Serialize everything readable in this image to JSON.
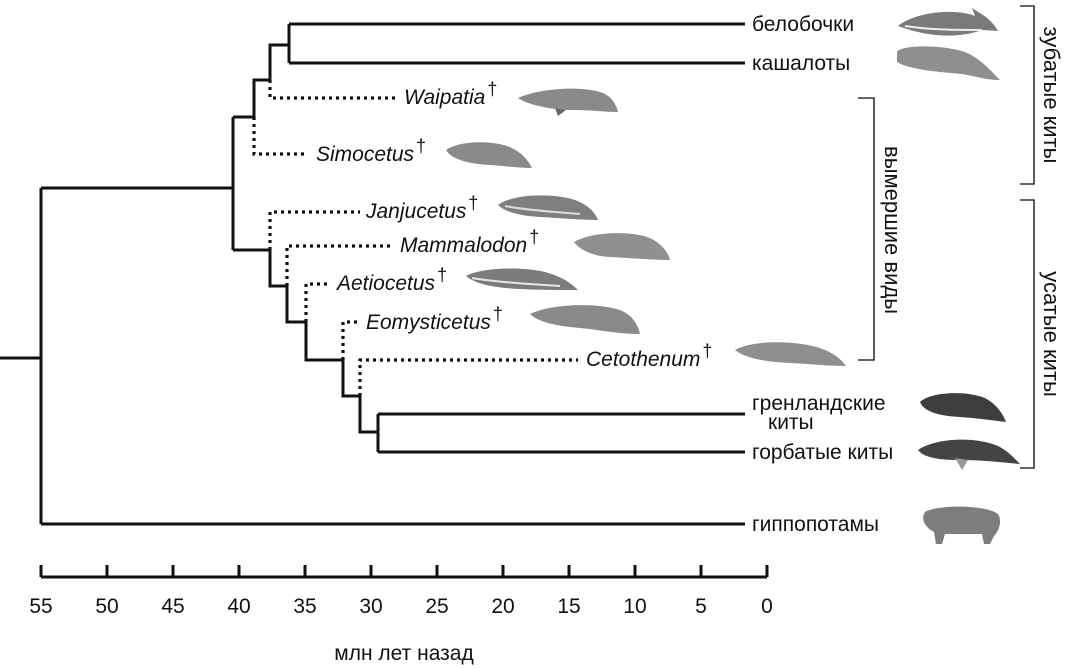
{
  "axis": {
    "label": "млн лет назад",
    "ticks": [
      55,
      50,
      45,
      40,
      35,
      30,
      25,
      20,
      15,
      10,
      5,
      0
    ]
  },
  "extant": {
    "belobochki": "белобочки",
    "kashaloty": "кашалоты",
    "grenland_1": "гренландские",
    "grenland_2": "киты",
    "gorbatye": "горбатые киты",
    "gippopotamy": "гиппопотамы"
  },
  "fossils": {
    "waipatia": "Waipatia",
    "simocetus": "Simocetus",
    "janjucetus": "Janjucetus",
    "mammalodon": "Mammalodon",
    "aetiocetus": "Aetiocetus",
    "eomysticetus": "Eomysticetus",
    "cetothenum": "Cetothenum",
    "dagger": "†"
  },
  "groups": {
    "toothed": "зубатые киты",
    "extinct": "вымершие виды",
    "baleen": "усатые киты"
  },
  "colors": {
    "line": "#111111",
    "animal": "#8a8a8a",
    "animal_dark": "#3a3a3a"
  }
}
